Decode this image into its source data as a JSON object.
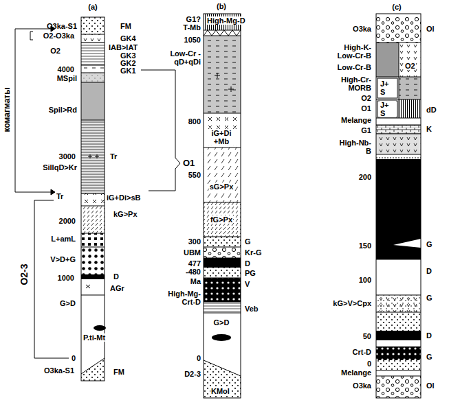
{
  "diagram": {
    "labels": [
      "(a)",
      "O3ka-S1",
      "FM",
      "O2-O3ka",
      "GK4",
      "IAB>IAT",
      "O2",
      "GK3",
      "GK2",
      "4000",
      "GK1",
      "MSpil",
      "Spil>Rd",
      "3000",
      "Tr",
      "SillqD>Kr",
      "Tr",
      "iG+Di>sB",
      "2000",
      "kG>Px",
      "L+amL",
      "V>D+G",
      "1000",
      "D",
      "AGr",
      "G>D",
      "P.ti-Mt",
      "0",
      "O3ka-S1",
      "FM",
      "комагматы",
      "O2-3",
      "O1",
      "(b)",
      "G1?",
      "High-Mg-D",
      "T-Mb",
      "1050",
      "Low-Cr -qD+qDi",
      "800",
      "iG+Di +Mb",
      "550",
      "sG>Px",
      "fG>Px",
      "300",
      "G",
      "UBM",
      "Kr-G",
      "477 -480",
      "D",
      "PG",
      "Ma",
      "V",
      "High-Mg- Crt-D",
      "Veb",
      "G>D",
      "0",
      "D2-3",
      "KMol",
      "(c)",
      "O3ka",
      "Ol",
      "High-K- Low-Cr-B",
      "Low-Cr-B",
      "O2",
      "High-Cr- MORB",
      "J+ S",
      "O2",
      "O1",
      "J+ S",
      "dD",
      "Melange",
      "K",
      "G1",
      "High-Nb- B",
      "200",
      "G",
      "150",
      "D",
      "100",
      "G",
      "kG>V>Cpx",
      "50",
      "D",
      "Crt-D",
      "G",
      "0",
      "Melange",
      "O3ka",
      "Ol"
    ]
  }
}
